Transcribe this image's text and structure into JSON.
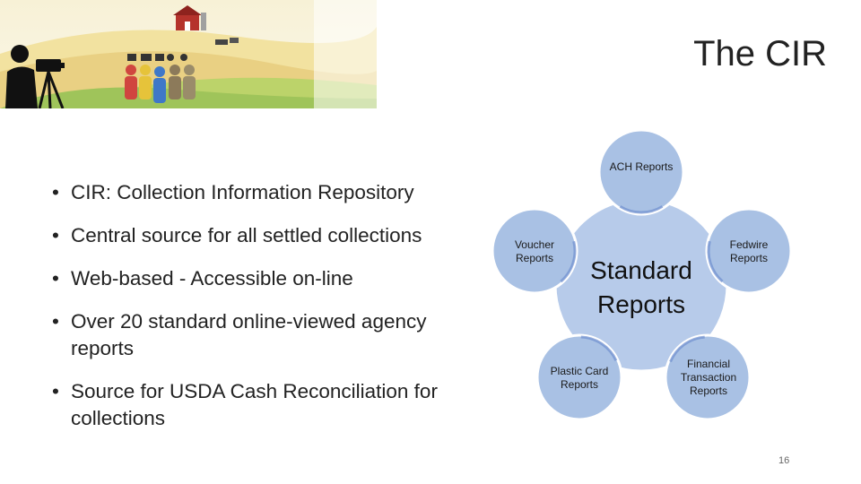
{
  "slide": {
    "title": "The CIR",
    "page_number": "16"
  },
  "bullets": [
    "CIR: Collection Information Repository",
    "Central source for all settled collections",
    "Web-based - Accessible on-line",
    "Over 20 standard online-viewed agency reports",
    "Source for USDA Cash Reconciliation for collections"
  ],
  "diagram": {
    "center": "Standard Reports",
    "nodes": [
      "ACH Reports",
      "Fedwire Reports",
      "Financial Transaction Reports",
      "Plastic Card Reports",
      "Voucher Reports"
    ]
  },
  "colors": {
    "node_fill": "#a9c1e4",
    "center_fill": "#b7cbea",
    "node_stroke": "#ffffff",
    "arc_accent": "#6f8fcf"
  }
}
